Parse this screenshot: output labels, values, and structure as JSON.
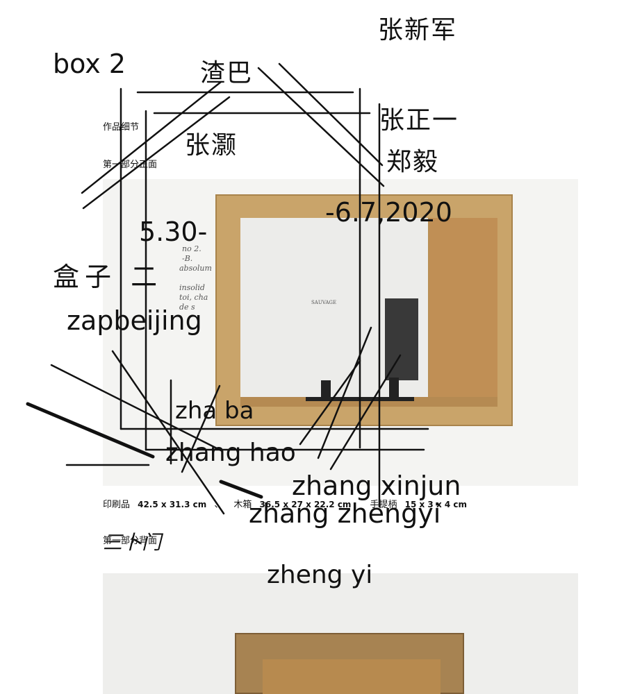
{
  "document": {
    "heading": "作品细节",
    "section_front": "第一部分正面",
    "specs_print": "印刷品",
    "specs_print_size": "42.5 x 31.3 cm",
    "specs_sep": "、",
    "specs_box": "木箱",
    "specs_box_size": "36.5 x 27 x 22.2 cm",
    "specs_handle": "手提柄",
    "specs_handle_size": "15 x 3 x 4 cm",
    "section_back": "第一部分背面"
  },
  "sketch_text": {
    "line1": "no 2.",
    "line2": "-B.",
    "line3": "absolum",
    "line4": "insolid",
    "line5": "toi, cha",
    "line6": "de s",
    "line7": "SAUVAGE"
  },
  "annotations": {
    "box_label": "box 2",
    "zhaba_cn": "渣巴",
    "zhangxinjun_cn": "张新军",
    "zhangzhengyi_cn": "张正一",
    "zhangzhao_cn": "张灏",
    "zhengyi_cn": "郑毅",
    "date_start": "5.30-",
    "date_end": "-6.7,2020",
    "box_cn": "盒子 二",
    "place": "zapbeijing",
    "zhaba": "zha ba",
    "zhanghao": "zhang hao",
    "zhangxinjun": "zhang xinjun",
    "zhangzhengyi": "zhang zhengyi",
    "zhengyi": "zheng yi",
    "scribble": "三卜门"
  },
  "colors": {
    "ink": "#111111",
    "wood": "#c9a46a",
    "paper": "#ffffff"
  }
}
